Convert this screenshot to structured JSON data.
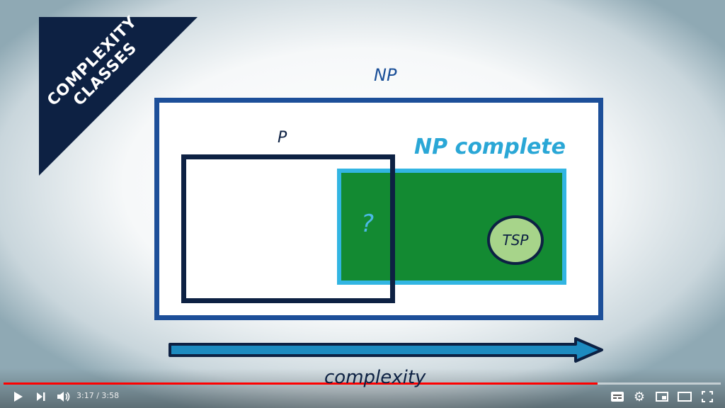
{
  "video": {
    "corner_title": [
      "COMPLEXITY",
      "CLASSES"
    ],
    "np_label": "NP",
    "p_label": "P",
    "np_complete_label": "NP complete",
    "question_mark": "?",
    "tsp_label": "TSP",
    "axis_label": "complexity"
  },
  "player": {
    "current_time": "3:17",
    "duration": "3:58",
    "time_display": "3:17 / 3:58",
    "progress_fraction": 0.828,
    "progress_color": "#ff0000",
    "icons": [
      "play-icon",
      "next-icon",
      "volume-icon",
      "subtitles-icon",
      "settings-icon",
      "miniplayer-icon",
      "theater-icon",
      "fullscreen-icon"
    ]
  }
}
